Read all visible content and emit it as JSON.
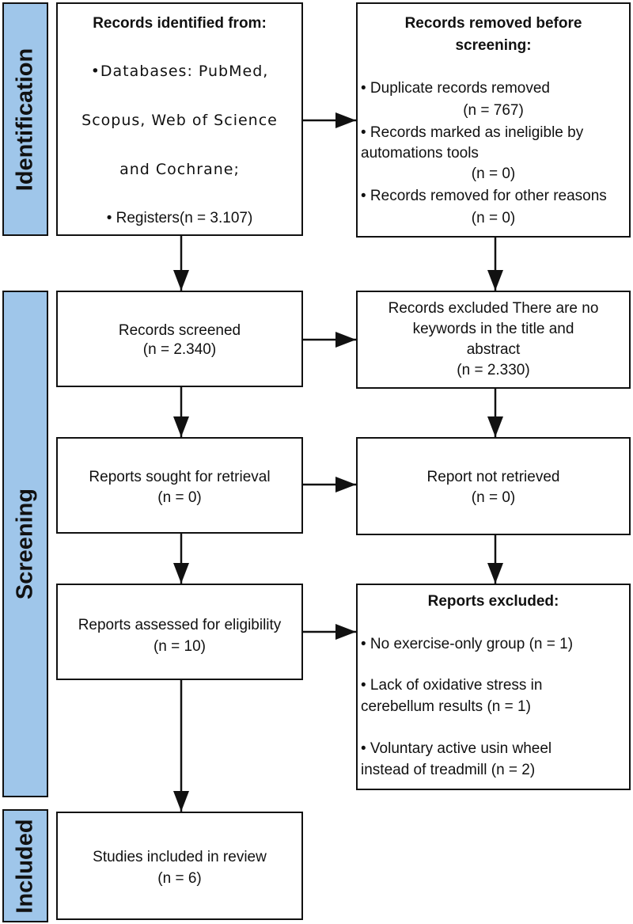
{
  "phases": {
    "identification": "Identification",
    "screening": "Screening",
    "included": "Included"
  },
  "identified": {
    "title": "Records identified from:",
    "line1": "•Databases: PubMed,",
    "line2": "Scopus, Web of Science",
    "line3": "and Cochrane;",
    "line4": "• Registers(n = 3.107)"
  },
  "removed": {
    "title1": "Records removed before",
    "title2": "screening:",
    "dup": "• Duplicate records removed",
    "dup_n": "(n = 767)",
    "auto1": "• Records marked as ineligible by",
    "auto2": "automations tools",
    "auto_n": "(n = 0)",
    "other": "• Records removed for other reasons",
    "other_n": "(n = 0)"
  },
  "screened": {
    "label": "Records screened",
    "n": "(n = 2.340)"
  },
  "excluded": {
    "line1": "Records excluded There are no",
    "line2": "keywords in the title and",
    "line3": "abstract",
    "n": "(n = 2.330)"
  },
  "sought": {
    "label": "Reports sought for retrieval",
    "n": "(n = 0)"
  },
  "not_retrieved": {
    "label": "Report not retrieved",
    "n": "(n = 0)"
  },
  "assessed": {
    "label": "Reports assessed for eligibility",
    "n": "(n = 10)"
  },
  "reports_excluded": {
    "title": "Reports excluded:",
    "r1": "• No exercise-only  group (n = 1)",
    "r2a": "• Lack of oxidative stress in",
    "r2b": "cerebellum results (n = 1)",
    "r3a": "• Voluntary active usin wheel",
    "r3b": "instead of treadmill  (n = 2)"
  },
  "included": {
    "label": "Studies included in review",
    "n": "(n = 6)"
  }
}
